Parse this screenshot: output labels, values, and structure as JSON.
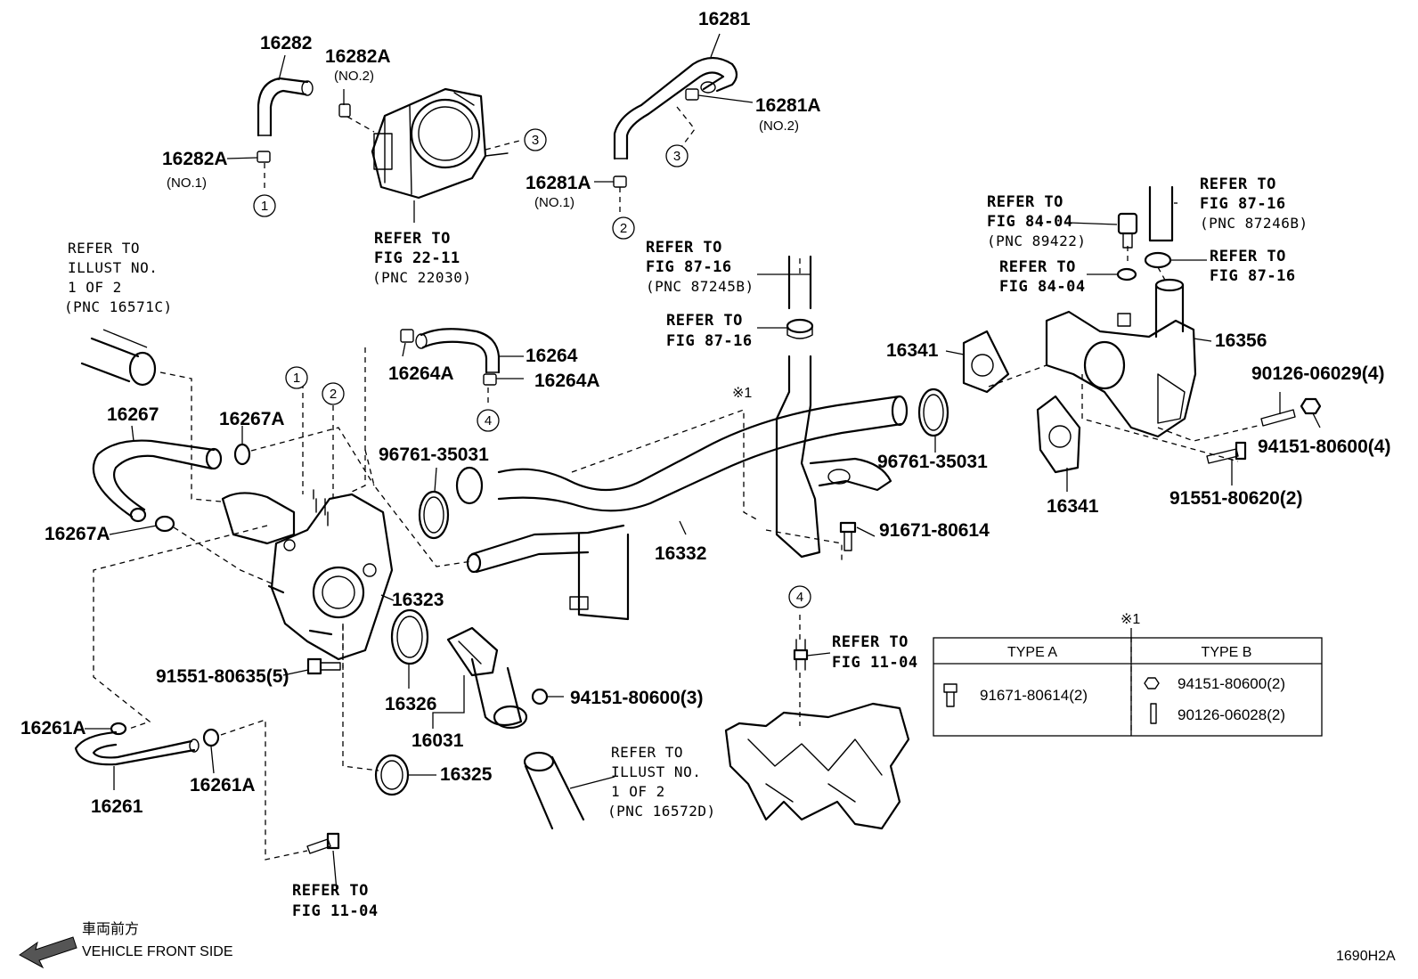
{
  "parts": {
    "p16282": "16282",
    "p16282A_no2": "16282A",
    "no2_a": "(NO.2)",
    "p16282A_no1": "16282A",
    "no1_a": "(NO.1)",
    "p16281": "16281",
    "p16281A_no2": "16281A",
    "no2_b": "(NO.2)",
    "p16281A_no1": "16281A",
    "no1_b": "(NO.1)",
    "p16264": "16264",
    "p16264A_a": "16264A",
    "p16264A_b": "16264A",
    "p16267": "16267",
    "p16267A_a": "16267A",
    "p16267A_b": "16267A",
    "p16341_a": "16341",
    "p16341_b": "16341",
    "p16356": "16356",
    "p16332": "16332",
    "p16323": "16323",
    "p16326": "16326",
    "p16031": "16031",
    "p16325": "16325",
    "p16261": "16261",
    "p16261A_a": "16261A",
    "p16261A_b": "16261A",
    "p96761_a": "96761-35031",
    "p96761_b": "96761-35031",
    "p91671": "91671-80614",
    "p90126_4": "90126-06029(4)",
    "p94151_4": "94151-80600(4)",
    "p91551_2": "91551-80620(2)",
    "p91551_5": "91551-80635(5)",
    "p94151_3": "94151-80600(3)"
  },
  "refs": {
    "fig2211": [
      "REFER TO",
      "FIG 22-11",
      "(PNC 22030)"
    ],
    "illust1": [
      "REFER TO",
      "ILLUST NO.",
      "1 OF 2",
      "(PNC 16571C)"
    ],
    "fig8716_a": [
      "REFER TO",
      "FIG 87-16",
      "(PNC 87245B)"
    ],
    "fig8716_b": [
      "REFER TO",
      "FIG 87-16"
    ],
    "fig8404_a": [
      "REFER TO",
      "FIG 84-04",
      "(PNC 89422)"
    ],
    "fig8404_b": [
      "REFER TO",
      "FIG 84-04"
    ],
    "fig8716_c": [
      "REFER TO",
      "FIG 87-16",
      "(PNC 87246B)"
    ],
    "fig8716_d": [
      "REFER TO",
      "FIG 87-16"
    ],
    "fig1104_a": [
      "REFER TO",
      "FIG 11-04"
    ],
    "fig1104_b": [
      "REFER TO",
      "FIG 11-04"
    ],
    "illust2": [
      "REFER TO",
      "ILLUST NO.",
      "1 OF 2",
      "(PNC 16572D)"
    ]
  },
  "markers": {
    "c1": "1",
    "c2": "2",
    "c3": "3",
    "c4": "4"
  },
  "note_mark": "※1",
  "table": {
    "mark": "※1",
    "col_a": "TYPE A",
    "col_b": "TYPE B",
    "a_part": "91671-80614(2)",
    "b_part1": "94151-80600(2)",
    "b_part2": "90126-06028(2)"
  },
  "front": {
    "jp": "車両前方",
    "en": "VEHICLE FRONT SIDE"
  },
  "diagram_code": "1690H2A"
}
